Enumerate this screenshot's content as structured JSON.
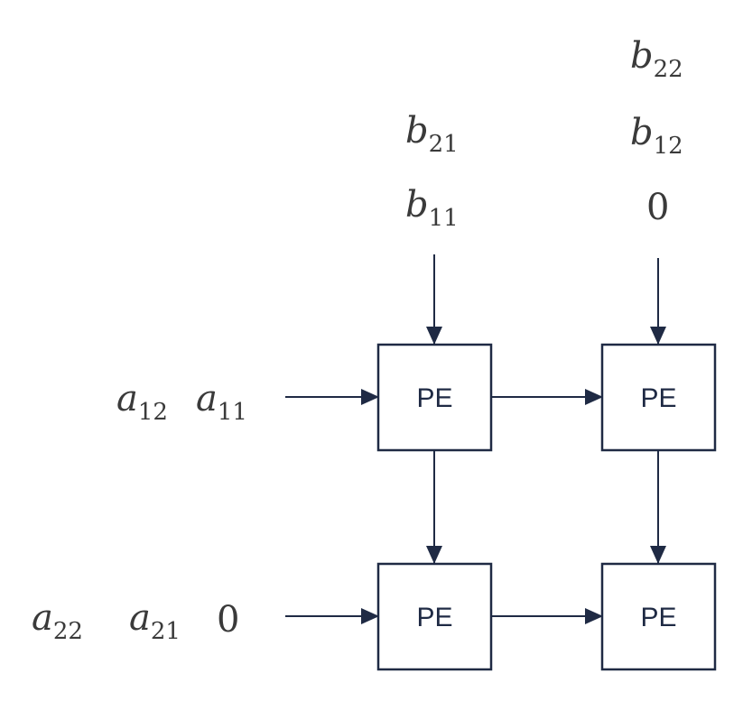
{
  "pe_label": "PE",
  "colors": {
    "stroke": "#1f2a44",
    "text": "#3a3a3a",
    "background": "#ffffff"
  },
  "col1_inputs": [
    {
      "var": "b",
      "sub": "21"
    },
    {
      "var": "b",
      "sub": "11"
    }
  ],
  "col2_inputs": [
    {
      "var": "b",
      "sub": "22"
    },
    {
      "var": "b",
      "sub": "12"
    },
    {
      "zero": "0"
    }
  ],
  "row1_inputs": [
    {
      "var": "a",
      "sub": "12"
    },
    {
      "var": "a",
      "sub": "11"
    }
  ],
  "row2_inputs": [
    {
      "var": "a",
      "sub": "22"
    },
    {
      "var": "a",
      "sub": "21"
    },
    {
      "zero": "0"
    }
  ]
}
